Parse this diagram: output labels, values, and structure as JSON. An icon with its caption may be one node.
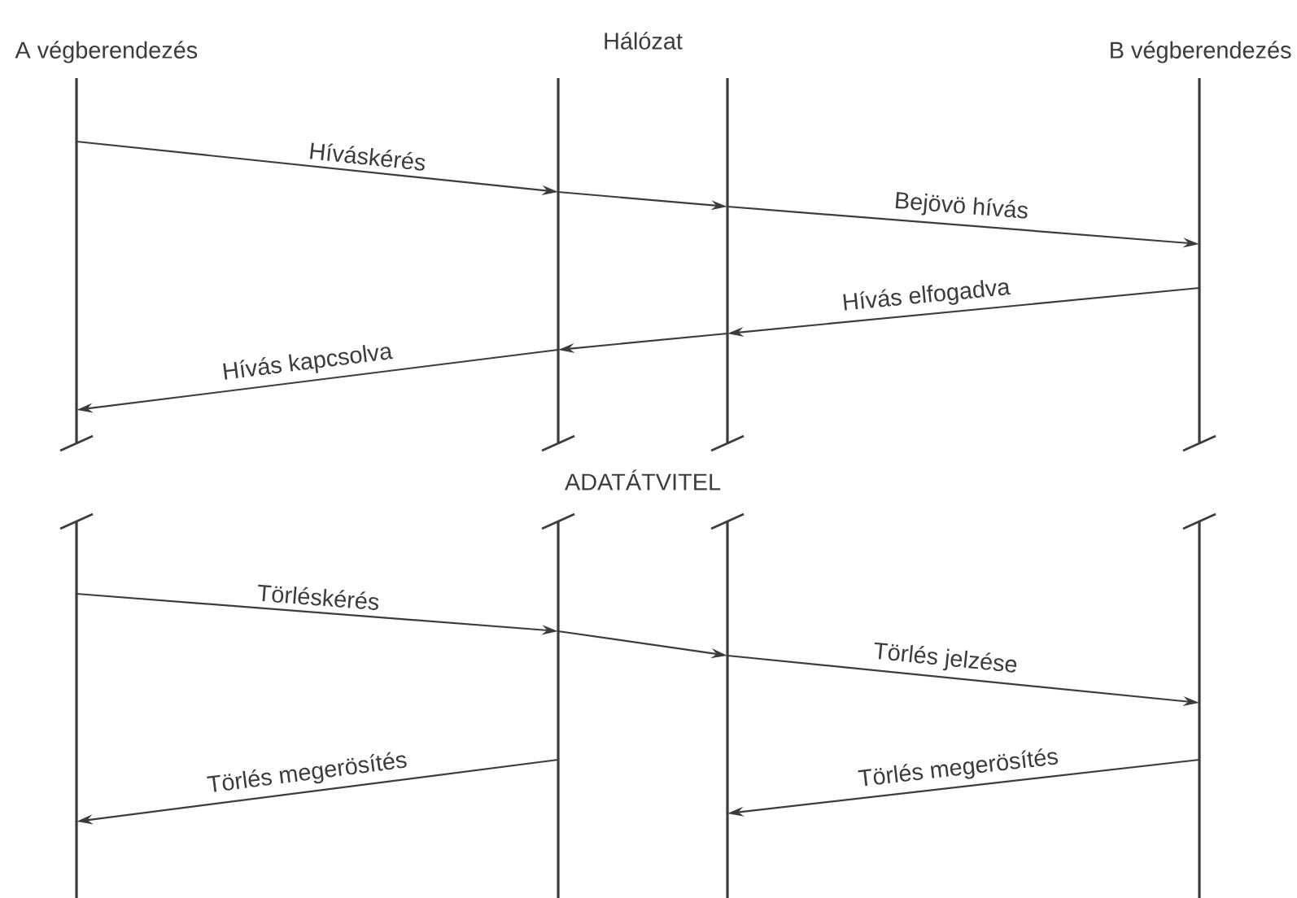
{
  "diagram": {
    "nodes": [
      {
        "text": [
          "A végberendezés"
        ]
      },
      {
        "text": [],
        "shape": "line"
      },
      {
        "text": [],
        "shape": "line"
      },
      {
        "text": [
          "B végberendezés"
        ]
      }
    ],
    "edges": [
      {
        "from": 0,
        "to": 1,
        "arrow": "to",
        "label": "Híváskérés"
      },
      {
        "from": 1,
        "to": 2,
        "arrow": "to"
      },
      {
        "from": 2,
        "to": 3,
        "arrow": "to",
        "label": "Bejövö hívás"
      },
      {
        "from": 3,
        "to": 2,
        "arrow": "to",
        "label": "Hívás elfogadva"
      },
      {
        "from": 2,
        "to": 1,
        "arrow": "to"
      },
      {
        "from": 1,
        "to": 0,
        "arrow": "to",
        "label": "Hívás kapcsolva"
      },
      {
        "from": 0,
        "to": 1,
        "arrow": "to",
        "label": "Törléskérés"
      },
      {
        "from": 1,
        "to": 2,
        "arrow": "to"
      },
      {
        "from": 2,
        "to": 3,
        "arrow": "to",
        "label": "Törlés jelzése"
      },
      {
        "from": 1,
        "to": 0,
        "arrow": "to",
        "label": "Törlés megerösítés"
      },
      {
        "from": 3,
        "to": 2,
        "arrow": "to",
        "label": "Törlés megerösítés"
      }
    ],
    "labels": [
      "Hálózat",
      "ADATÁTVITEL"
    ]
  }
}
